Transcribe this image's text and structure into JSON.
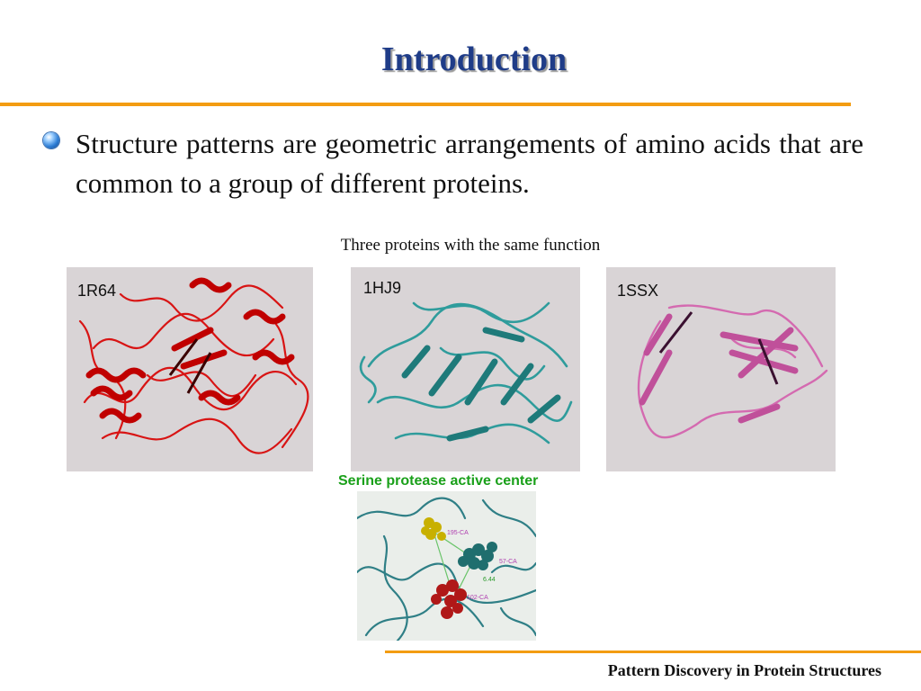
{
  "slide": {
    "title": "Introduction",
    "bullet": "Structure patterns are geometric arrangements of amino acids that are common to a group of different proteins.",
    "caption": "Three proteins with the same function",
    "proteins": [
      {
        "label": "1R64",
        "color": "#e01010"
      },
      {
        "label": "1HJ9",
        "color": "#2f9c9c"
      },
      {
        "label": "1SSX",
        "color": "#d46ab0"
      }
    ],
    "active_center": {
      "title": "Serine protease active center",
      "labels": [
        "195-CA",
        "57-CA",
        "6.44",
        "102-CA"
      ]
    },
    "footer": "Pattern Discovery in Protein Structures"
  },
  "colors": {
    "title": "#1f3c88",
    "accent": "#f39c12",
    "highlight": "#1aa01a"
  }
}
